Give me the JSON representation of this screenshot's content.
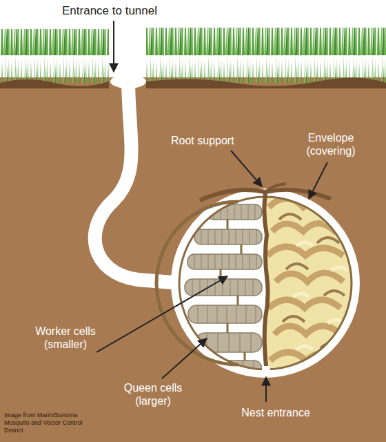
{
  "diagram": {
    "labels": [
      "Entrance to tunnel",
      "Root support",
      "Envelope (covering)",
      "Worker cells (smaller)",
      "Queen cells (larger)",
      "Nest entrance",
      "Image from Marin/Sonoma Mosquito and Vector Control District"
    ]
  }
}
